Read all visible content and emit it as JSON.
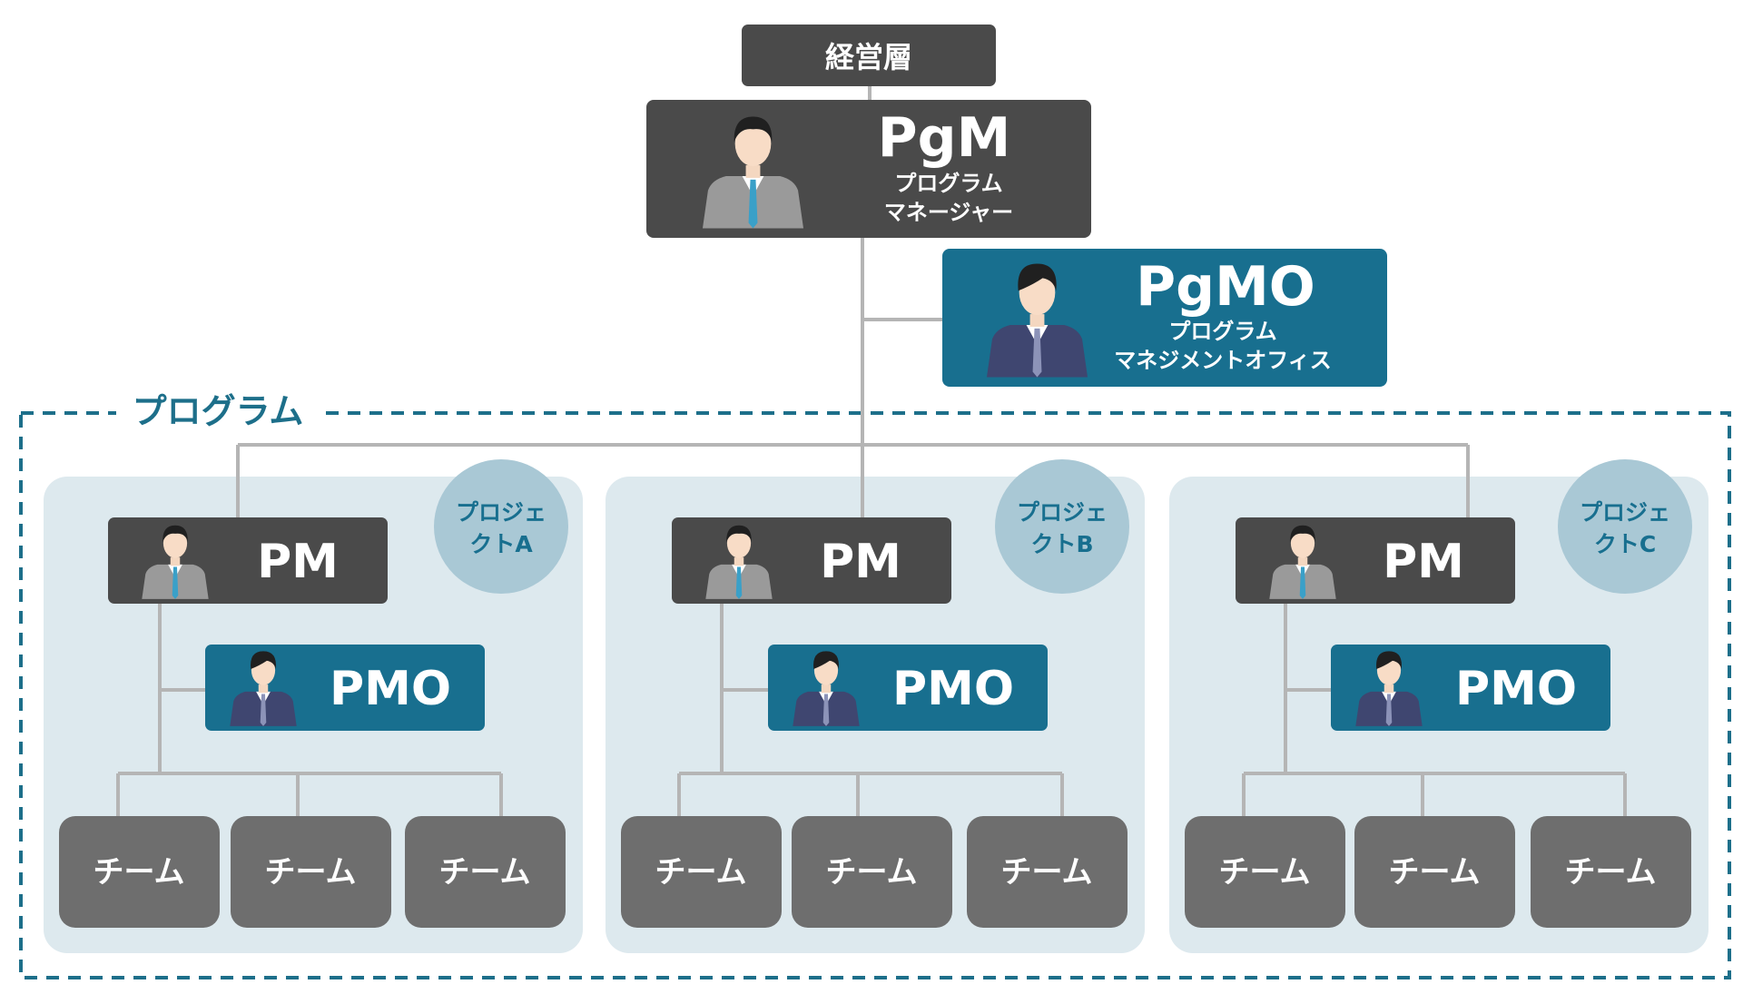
{
  "top": {
    "label": "経営層"
  },
  "pgm": {
    "title": "PgM",
    "subtitle_line1": "プログラム",
    "subtitle_line2": "マネージャー"
  },
  "pgmo": {
    "title": "PgMO",
    "subtitle_line1": "プログラム",
    "subtitle_line2": "マネジメントオフィス"
  },
  "program": {
    "label": "プログラム"
  },
  "projects": [
    {
      "badge_line1": "プロジェ",
      "badge_line2": "クトA",
      "pm": "PM",
      "pmo": "PMO",
      "teams": [
        "チーム",
        "チーム",
        "チーム"
      ]
    },
    {
      "badge_line1": "プロジェ",
      "badge_line2": "クトB",
      "pm": "PM",
      "pmo": "PMO",
      "teams": [
        "チーム",
        "チーム",
        "チーム"
      ]
    },
    {
      "badge_line1": "プロジェ",
      "badge_line2": "クトC",
      "pm": "PM",
      "pmo": "PMO",
      "teams": [
        "チーム",
        "チーム",
        "チーム"
      ]
    }
  ],
  "colors": {
    "dark_box": "#4a4a4a",
    "team_box": "#6e6e6e",
    "teal_box": "#186f8f",
    "project_bg": "#dde9ee",
    "badge": "#a9c8d5",
    "connector": "#b5b5b5",
    "dashed_border": "#1d6f8a",
    "program_label": "#1d6f8a"
  },
  "icons": {
    "manager": "businessperson-gray-suit-icon",
    "office": "businessperson-navy-suit-icon"
  }
}
